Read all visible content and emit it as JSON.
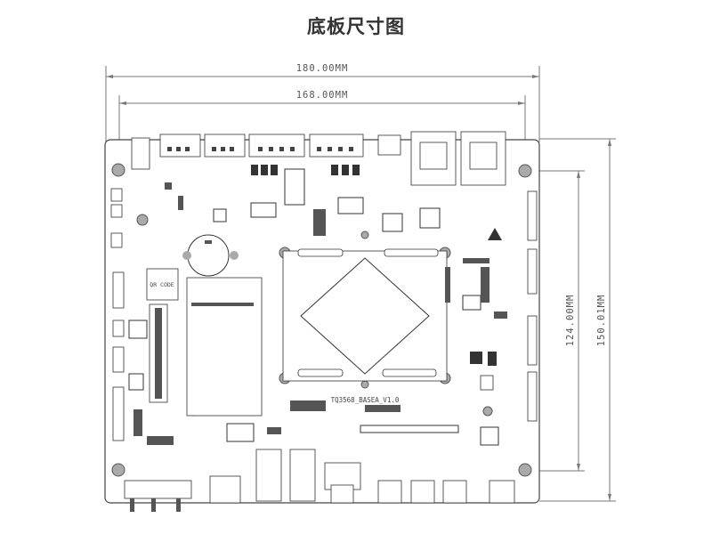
{
  "title": "底板尺寸图",
  "dimensions": {
    "overall_width": "180.00MM",
    "hole_spacing_width": "168.00MM",
    "hole_spacing_height": "124.00MM",
    "overall_height": "150.01MM"
  },
  "board": {
    "qr_label": "QR CODE",
    "version_label": "TQ3568_BASEA_V1.0"
  }
}
